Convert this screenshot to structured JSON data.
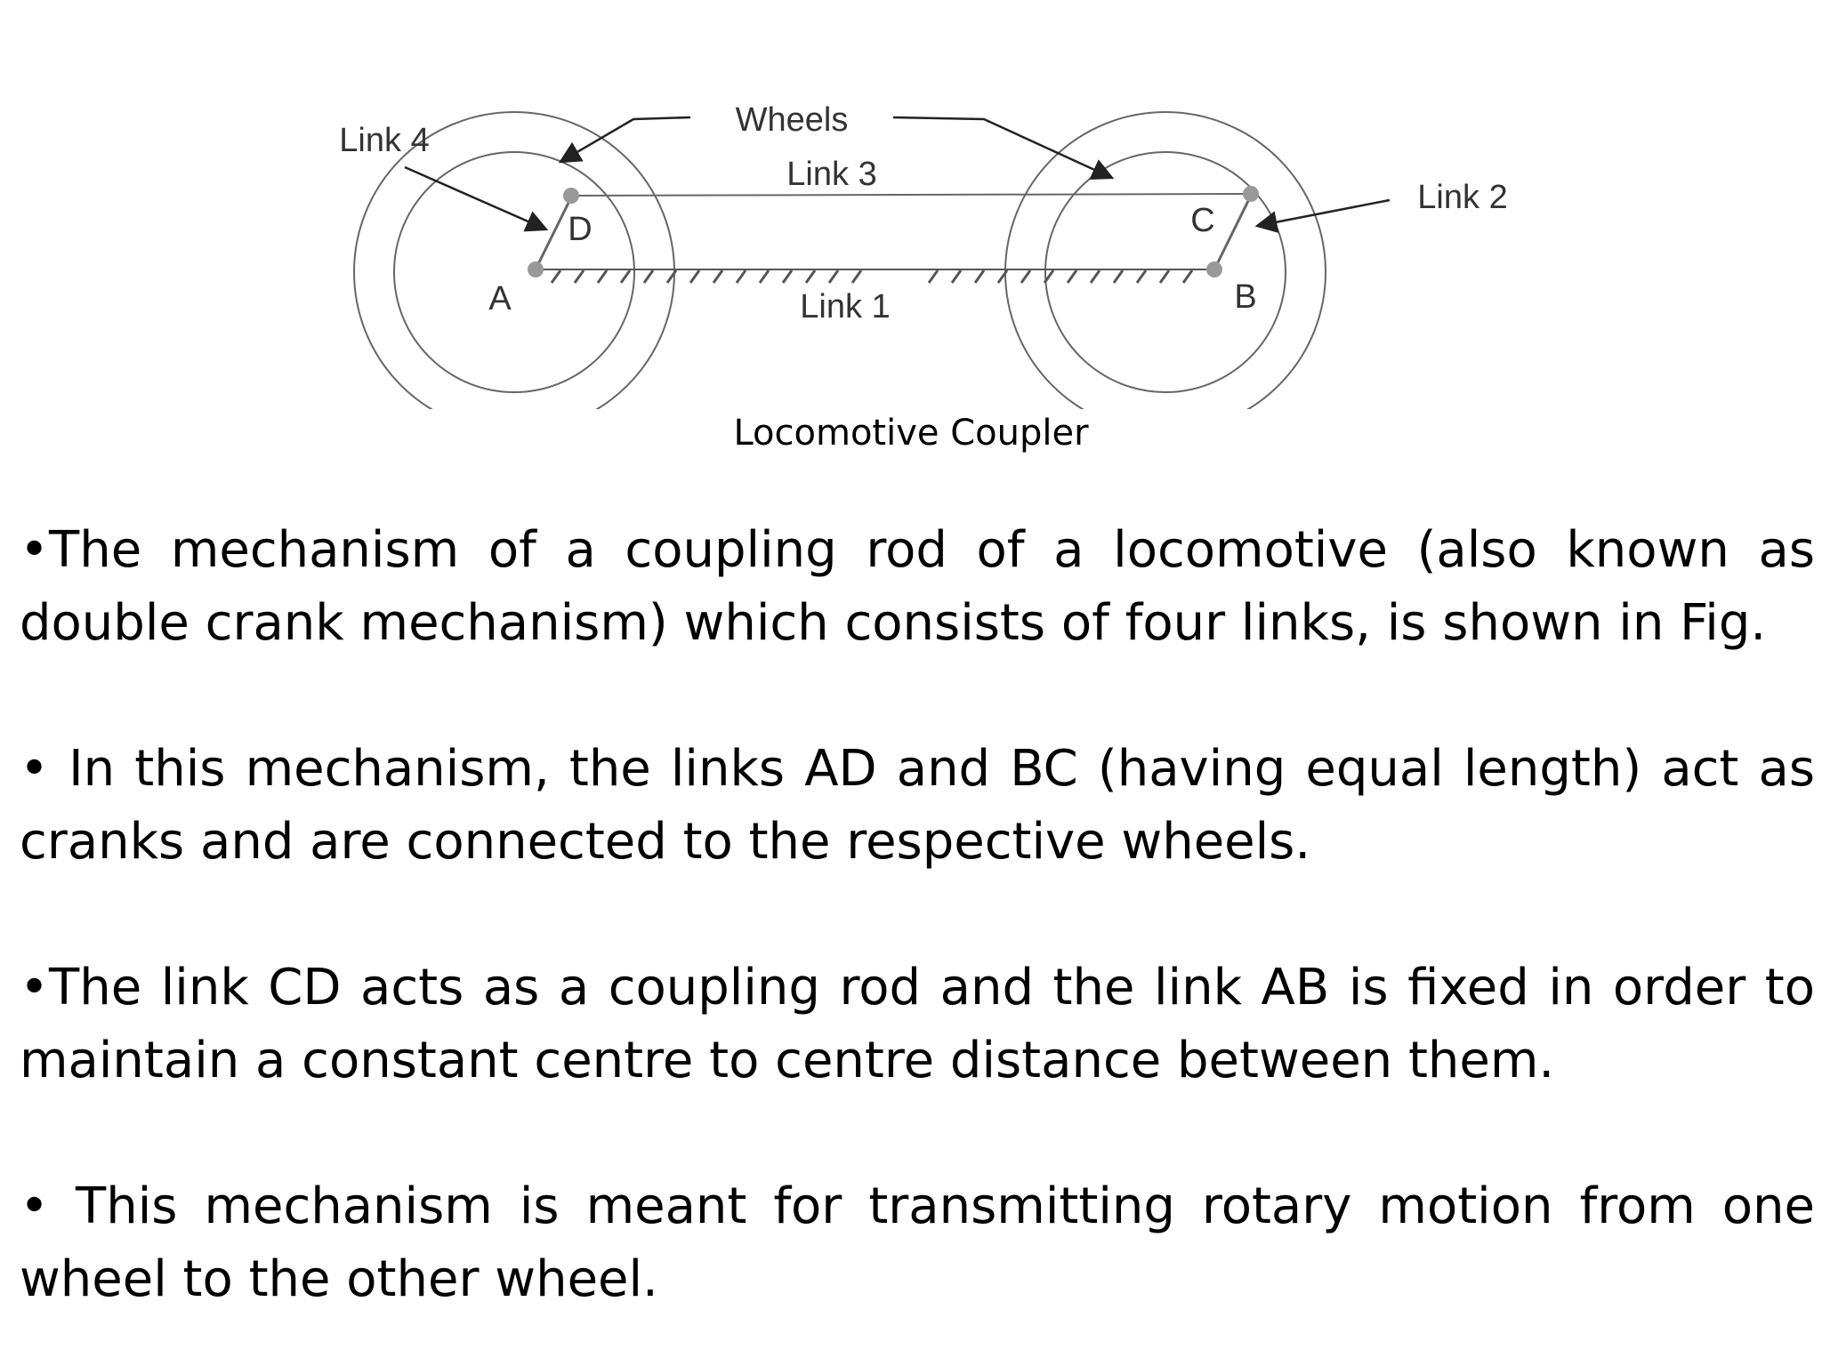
{
  "figure": {
    "labels": {
      "wheels": "Wheels",
      "link1": "Link 1",
      "link2": "Link 2",
      "link3": "Link 3",
      "link4": "Link 4",
      "a": "A",
      "b": "B",
      "c": "C",
      "d": "D"
    },
    "caption": "Locomotive Coupler"
  },
  "bullets": [
    "•The mechanism of a coupling rod of a locomotive (also known as double crank mechanism) which consists of four links, is shown in Fig.",
    "• In this mechanism, the links AD and BC (having equal length) act as cranks and are connected to the respective wheels.",
    "•The link CD acts as a coupling rod and the link AB is fixed in order to maintain a constant centre to centre distance between them.",
    "• This mechanism is meant for transmitting rotary motion from one wheel to the other wheel."
  ]
}
